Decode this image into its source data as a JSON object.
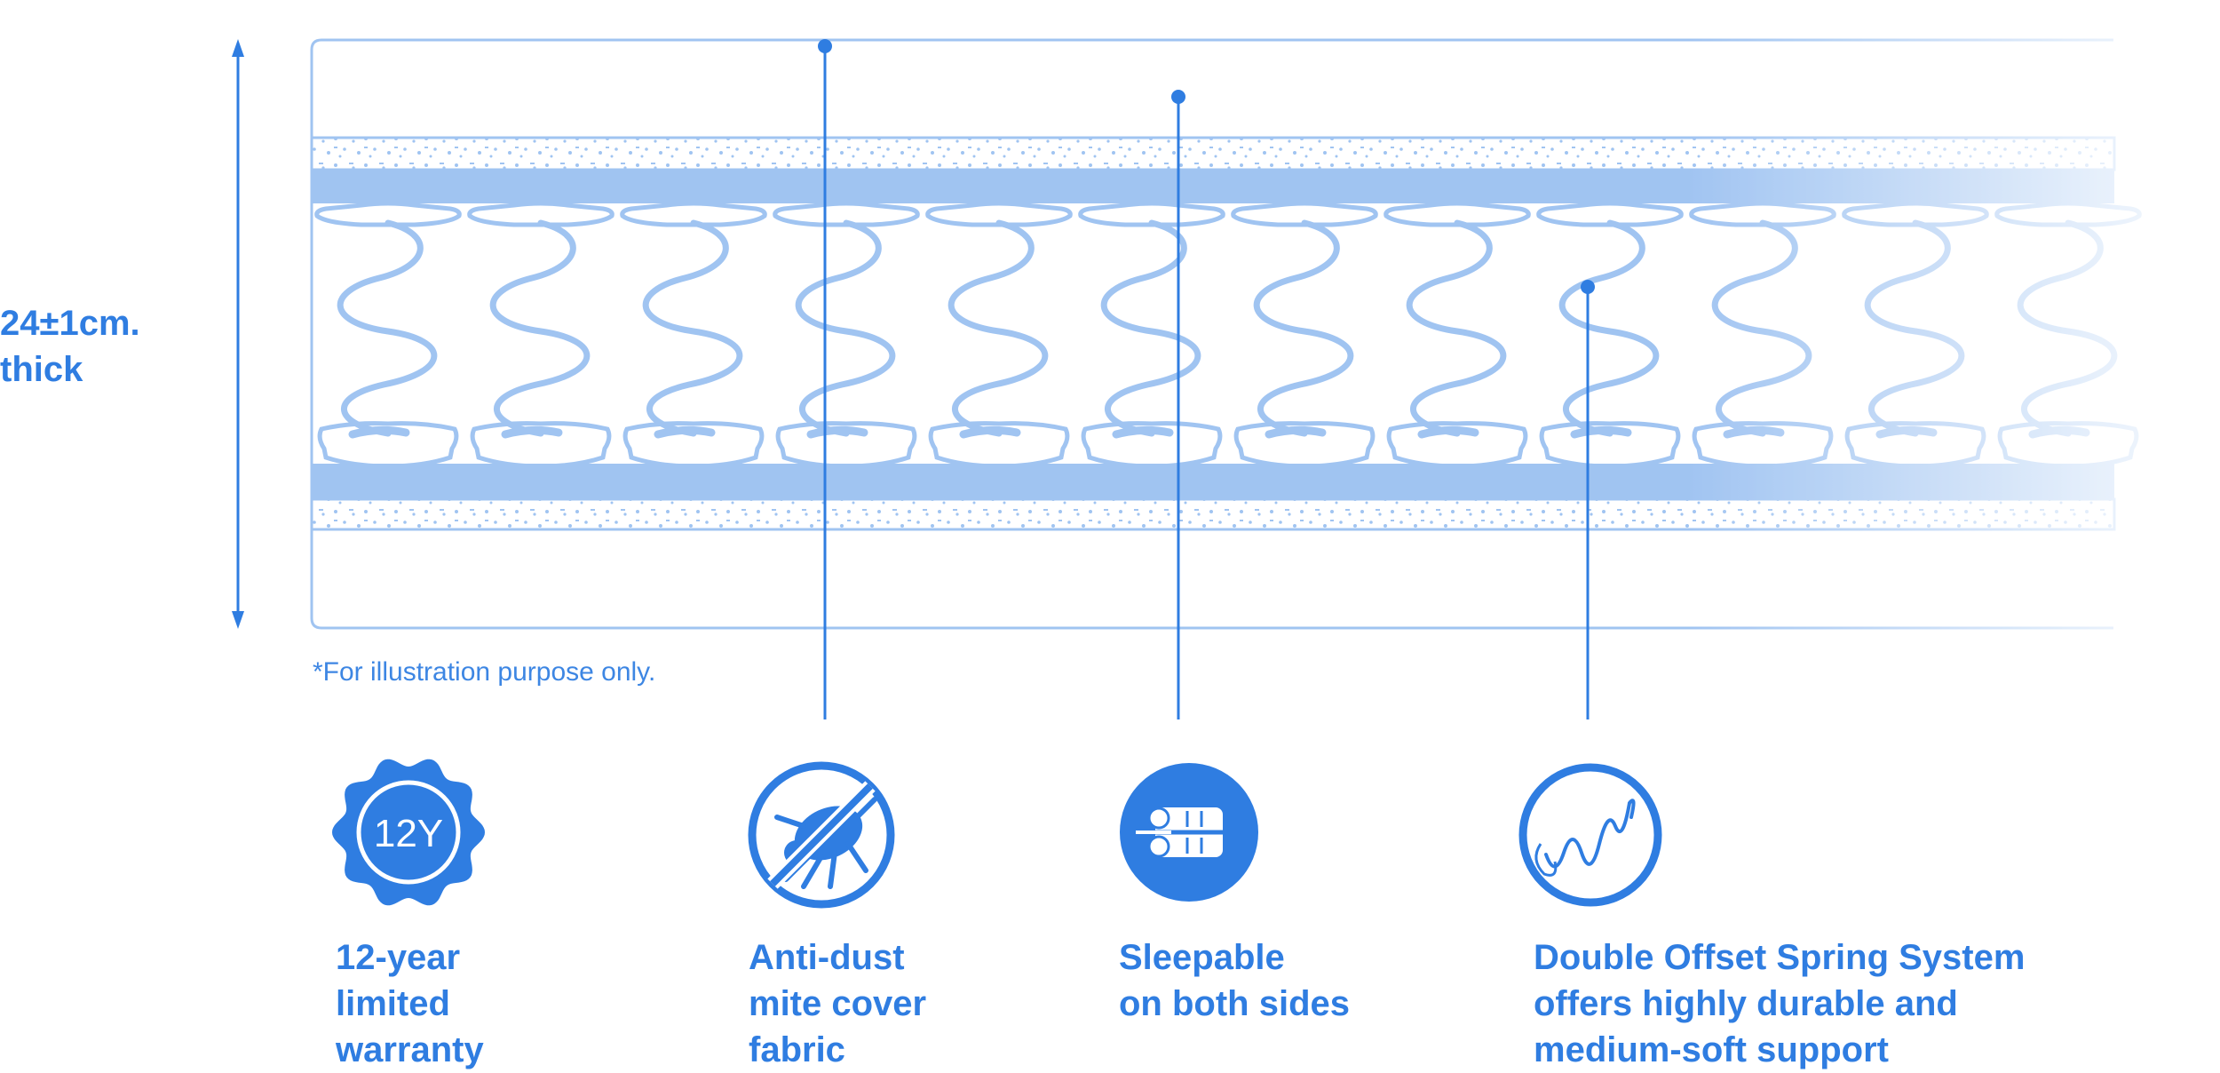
{
  "thickness": {
    "line1": "24±1cm.",
    "line2": "thick"
  },
  "disclaimer": "*For illustration purpose only.",
  "badge_text": "12Y",
  "features": [
    {
      "icon": "warranty-badge-icon",
      "lines": [
        "12-year",
        "limited",
        "warranty"
      ]
    },
    {
      "icon": "no-dust-mite-icon",
      "lines": [
        "Anti-dust",
        "mite cover",
        "fabric"
      ]
    },
    {
      "icon": "two-sided-mattress-icon",
      "lines": [
        "Sleepable",
        "on both sides"
      ]
    },
    {
      "icon": "offset-spring-icon",
      "lines": [
        "Double Offset Spring System",
        "offers highly durable and",
        "medium-soft support"
      ]
    }
  ],
  "colors": {
    "primary": "#2f7de1",
    "background": "#ffffff"
  }
}
